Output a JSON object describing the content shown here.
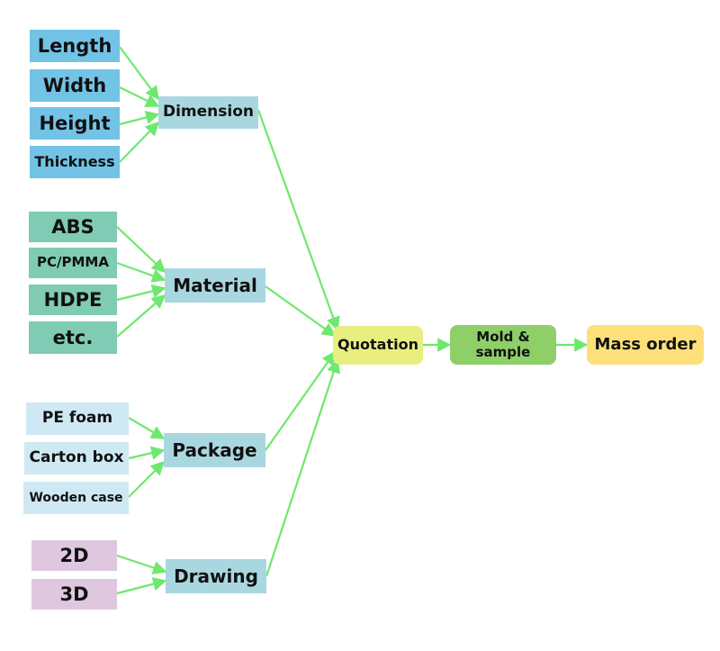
{
  "diagram": {
    "arrow_color": "#6ee86e",
    "dimension_group": {
      "inputs": [
        "Length",
        "Width",
        "Height",
        "Thickness"
      ],
      "label": "Dimension",
      "color": "#72c3e6"
    },
    "material_group": {
      "inputs": [
        "ABS",
        "PC/PMMA",
        "HDPE",
        "etc."
      ],
      "label": "Material",
      "color": "#7fcbb3"
    },
    "package_group": {
      "inputs": [
        "PE foam",
        "Carton box",
        "Wooden case"
      ],
      "label": "Package",
      "color": "#cfe9f4"
    },
    "drawing_group": {
      "inputs": [
        "2D",
        "3D"
      ],
      "label": "Drawing",
      "color": "#dfc7df"
    },
    "quotation": "Quotation",
    "mold_sample": "Mold &\nsample",
    "mass_order": "Mass order"
  }
}
